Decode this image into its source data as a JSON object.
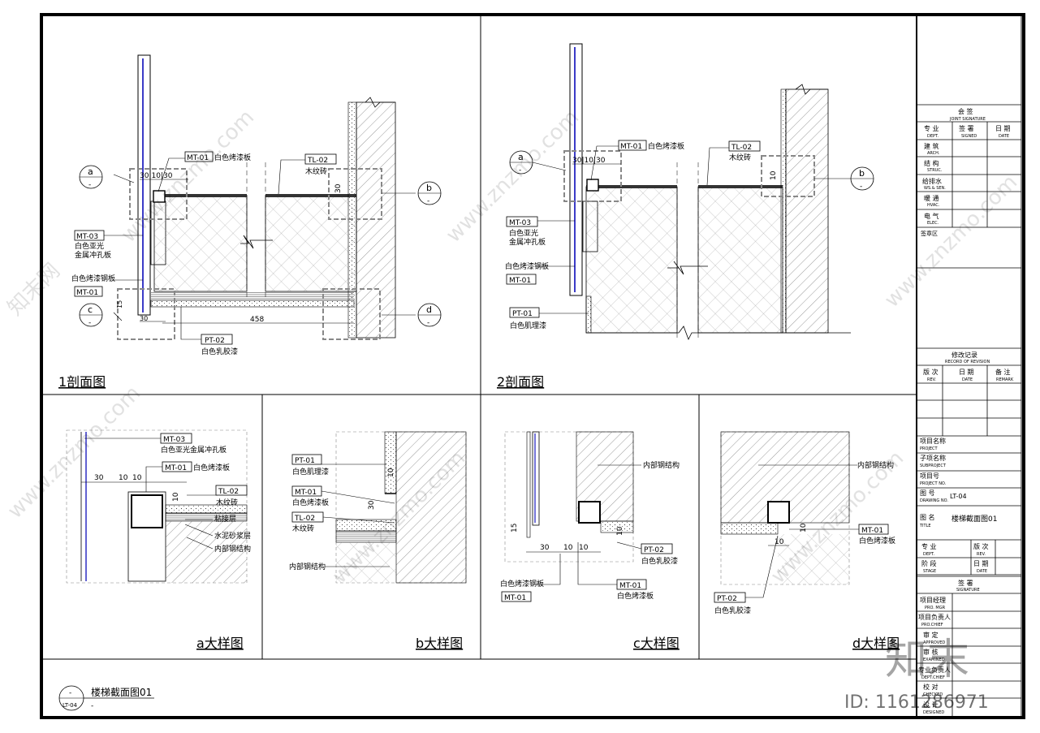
{
  "sheet": {
    "views": {
      "section1": "1剖面图",
      "section2": "2剖面图",
      "detail_a": "a大样图",
      "detail_b": "b大样图",
      "detail_c": "c大样图",
      "detail_d": "d大样图"
    },
    "drawing_ref": {
      "label": "楼梯截面图01",
      "sheet_no": "LT-04",
      "dash": "-"
    },
    "callouts": {
      "a": "a",
      "b": "b",
      "c": "c",
      "d": "d",
      "dash": "-"
    },
    "tags": {
      "mt01": "MT-01",
      "mt03": "MT-03",
      "tl02": "TL-02",
      "pt01": "PT-01",
      "pt02": "PT-02"
    },
    "notes": {
      "white_paint_panel": "白色烤漆板",
      "wood_tile": "木纹砖",
      "white_matte": "白色亚光",
      "metal_perf": "金属冲孔板",
      "white_paint_steel": "白色烤漆钢板",
      "white_latex": "白色乳胶漆",
      "white_texture": "白色肌理漆",
      "matte_perf_full": "白色亚光金属冲孔板",
      "adhesive": "粘接层",
      "mortar": "水泥砂浆层",
      "steel_structure": "内部钢结构"
    },
    "dims": {
      "d30": "30",
      "d10": "10",
      "d15": "15",
      "d458": "458",
      "d30_10_30": "30|10|30"
    },
    "title_block": {
      "joint_signature": "会  签",
      "joint_signature_en": "JOINT SIGNATURE",
      "dept": "专 业",
      "dept_en": "DEPT.",
      "signed": "签 署",
      "signed_en": "SIGNED",
      "date": "日 期",
      "date_en": "DATE",
      "disciplines": [
        {
          "cn": "建 筑",
          "en": "ARCH."
        },
        {
          "cn": "结 构",
          "en": "STRUC."
        },
        {
          "cn": "给排水",
          "en": "WS.& SEN."
        },
        {
          "cn": "暖 通",
          "en": "HVAC."
        },
        {
          "cn": "电 气",
          "en": "ELEC."
        }
      ],
      "approval_area": "签章区",
      "revision": "修改记录",
      "revision_en": "RECORD OF REVISION",
      "rev": "版 次",
      "rev_en": "REV.",
      "remark": "备 注",
      "remark_en": "REMARK",
      "project_name": "项目名称",
      "project_name_en": "PROJECT",
      "sub_project": "子项名称",
      "sub_project_en": "SUBPROJECT",
      "project_no": "项目号",
      "project_no_en": "PROJECT NO.",
      "drawing_no": "图 号",
      "drawing_no_en": "DRAWING NO.",
      "drawing_no_value": "LT-04",
      "title": "图 名",
      "title_en": "TITLE",
      "title_value": "楼梯截面图01",
      "stage": "阶 段",
      "stage_en": "STAGE",
      "signature": "签 署",
      "signature_en": "SIGNATURE",
      "roles": [
        {
          "cn": "项目经理",
          "en": "PRO. MGR"
        },
        {
          "cn": "项目负责人",
          "en": "PRO.CHIEF"
        },
        {
          "cn": "审 定",
          "en": "APPROVED"
        },
        {
          "cn": "审 核",
          "en": "EXAMINED"
        },
        {
          "cn": "专业负责人",
          "en": "DEPT.CHIEF"
        },
        {
          "cn": "校 对",
          "en": "CHECKED"
        },
        {
          "cn": "设 计",
          "en": "DESIGNED"
        }
      ]
    },
    "watermark": {
      "site": "www.znzmo.com",
      "brand": "知末网",
      "logo": "知末",
      "id": "ID: 1161286971"
    }
  }
}
